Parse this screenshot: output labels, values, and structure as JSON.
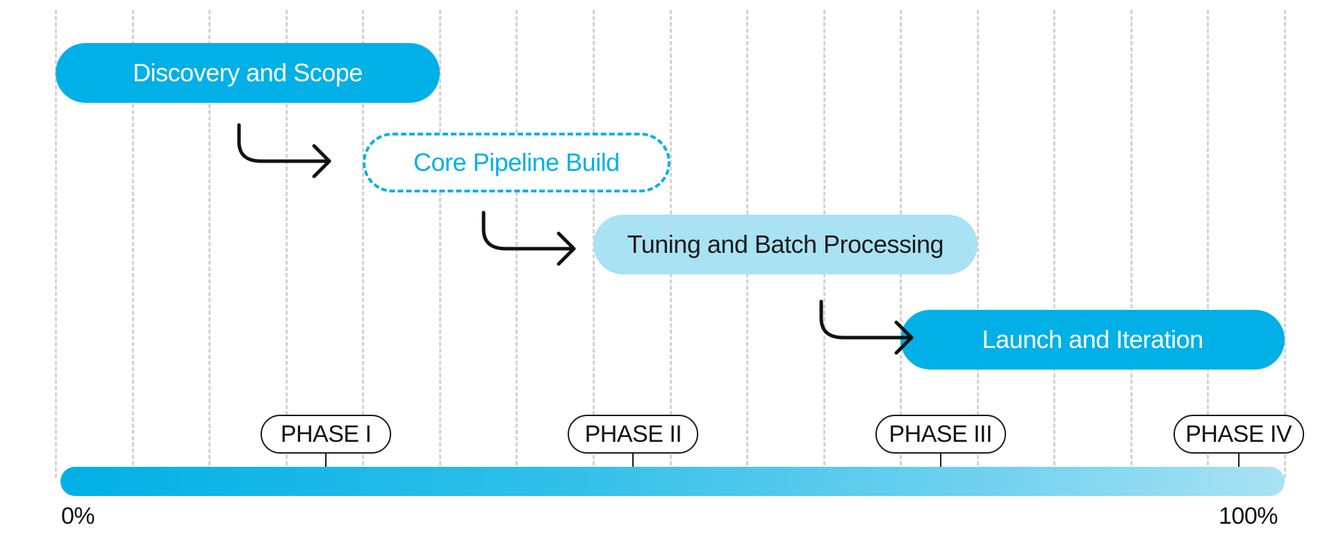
{
  "tasks": [
    {
      "label": "Discovery and Scope",
      "start": 0.0,
      "end": 0.3125,
      "style": "solid"
    },
    {
      "label": "Core Pipeline Build",
      "start": 0.25,
      "end": 0.5,
      "style": "dashed"
    },
    {
      "label": "Tuning and Batch Processing",
      "start": 0.4375,
      "end": 0.75,
      "style": "light"
    },
    {
      "label": "Launch and Iteration",
      "start": 0.6875,
      "end": 1.0,
      "style": "solid"
    }
  ],
  "phases": [
    {
      "label": "PHASE I",
      "position": 0.22
    },
    {
      "label": "PHASE II",
      "position": 0.47
    },
    {
      "label": "PHASE III",
      "position": 0.72
    },
    {
      "label": "PHASE IV",
      "position": 0.9625
    }
  ],
  "axis": {
    "start_label": "0%",
    "end_label": "100%"
  },
  "colors": {
    "accent": "#00b0e6",
    "accent_light": "#a9e2f3",
    "grid": "#d2d2d2",
    "ink": "#111111"
  },
  "icons": [
    "curved-arrow-icon"
  ]
}
